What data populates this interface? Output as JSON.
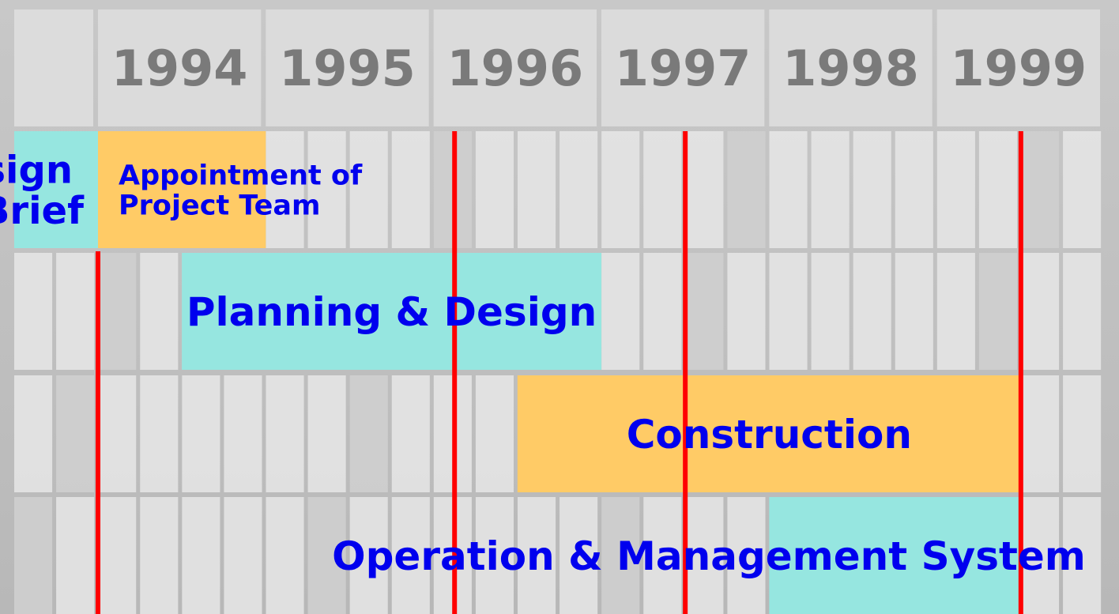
{
  "chart_data": {
    "type": "gantt",
    "years": [
      "1994",
      "1995",
      "1996",
      "1997",
      "1998",
      "1999"
    ],
    "x_range_months": [
      -24,
      72
    ],
    "tasks": [
      {
        "row": 0,
        "lines": [
          "Design",
          "Brief"
        ],
        "start": -18,
        "end": 0,
        "color": "#96e6e0",
        "label_size": 48,
        "label_align": "end"
      },
      {
        "row": 0,
        "lines": [
          "Appointment of",
          "Project Team"
        ],
        "start": 0,
        "end": 24,
        "color": "#ffcb66",
        "label_size": 35,
        "label_align": "start"
      },
      {
        "row": 1,
        "lines": [
          "Planning & Design"
        ],
        "start": 12,
        "end": 72,
        "color": "#96e6e0",
        "label_size": 50,
        "label_align": "middle"
      },
      {
        "row": 2,
        "lines": [
          "Construction"
        ],
        "start": 60,
        "end": 132,
        "color": "#ffcb66",
        "label_size": 50,
        "label_align": "middle"
      },
      {
        "row": 3,
        "lines": [
          "Operation & Management System"
        ],
        "start": 96,
        "end": 132,
        "color": "#96e6e0",
        "label_size": 50,
        "label_align": "middle"
      }
    ],
    "milestones_month": [
      0,
      51,
      84,
      132
    ],
    "colors": {
      "milestone": "#ff0000",
      "label": "#0000ee",
      "year_text": "#7a7a7a",
      "grid": "#ffffff"
    }
  }
}
